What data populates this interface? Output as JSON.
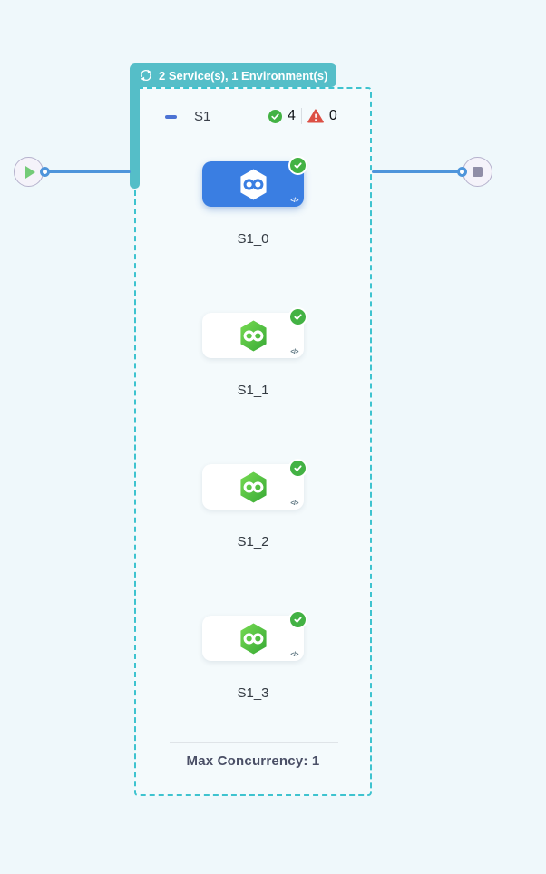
{
  "colors": {
    "background": "#EFF8FB",
    "group_accent_teal": "#55BEC8",
    "group_border_teal": "#3EC3CF",
    "edge_blue": "#4E95DB",
    "selected_node_blue": "#3A7EE2",
    "success_green": "#43B244",
    "service_hexagon_green": "#4CC043",
    "error_red": "#DC5045",
    "start_play_green": "#74CB78",
    "stop_square_gray": "#908EA7"
  },
  "badge": {
    "icon": "sync-icon",
    "label": "2 Service(s), 1 Environment(s)"
  },
  "stage": {
    "name": "S1",
    "success_count": "4",
    "error_count": "0"
  },
  "nodes": [
    {
      "label": "S1_0",
      "status": "success",
      "selected": true
    },
    {
      "label": "S1_1",
      "status": "success",
      "selected": false
    },
    {
      "label": "S1_2",
      "status": "success",
      "selected": false
    },
    {
      "label": "S1_3",
      "status": "success",
      "selected": false
    }
  ],
  "footer": {
    "label": "Max Concurrency: 1"
  },
  "icons": {
    "code": "</>"
  }
}
